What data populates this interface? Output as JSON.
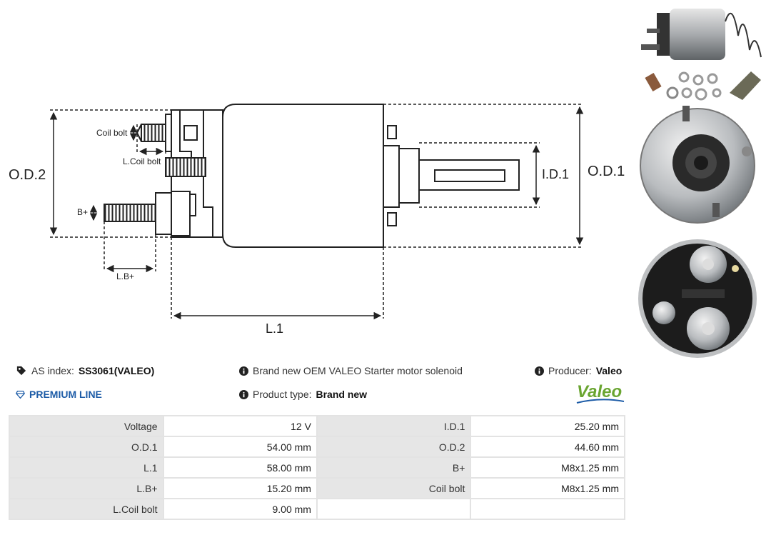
{
  "diagram": {
    "labels": {
      "coil_bolt": "Coil bolt",
      "l_coil_bolt": "L.Coil bolt",
      "b_plus": "B+",
      "l_b_plus": "L.B+",
      "od2": "O.D.2",
      "od1": "O.D.1",
      "id1": "I.D.1",
      "l1": "L.1"
    }
  },
  "photos": [
    "solenoid-kit-photo",
    "solenoid-front-photo",
    "solenoid-terminals-photo"
  ],
  "info": {
    "as_index_label": "AS index:",
    "as_index_value": "SS3061(VALEO)",
    "premium_line": "PREMIUM LINE",
    "description": "Brand new OEM VALEO Starter motor solenoid",
    "product_type_label": "Product type:",
    "product_type_value": "Brand new",
    "producer_label": "Producer:",
    "producer_value": "Valeo",
    "logo_text": "Valeo"
  },
  "colors": {
    "accent": "#1d5ca7",
    "logo_green": "#6aa531"
  },
  "specs": [
    [
      {
        "label": "Voltage",
        "value": "12 V"
      },
      {
        "label": "I.D.1",
        "value": "25.20 mm"
      }
    ],
    [
      {
        "label": "O.D.1",
        "value": "54.00 mm"
      },
      {
        "label": "O.D.2",
        "value": "44.60 mm"
      }
    ],
    [
      {
        "label": "L.1",
        "value": "58.00 mm"
      },
      {
        "label": "B+",
        "value": "M8x1.25 mm"
      }
    ],
    [
      {
        "label": "L.B+",
        "value": "15.20 mm"
      },
      {
        "label": "Coil bolt",
        "value": "M8x1.25 mm"
      }
    ],
    [
      {
        "label": "L.Coil bolt",
        "value": "9.00 mm"
      },
      {
        "label": "",
        "value": ""
      }
    ]
  ]
}
